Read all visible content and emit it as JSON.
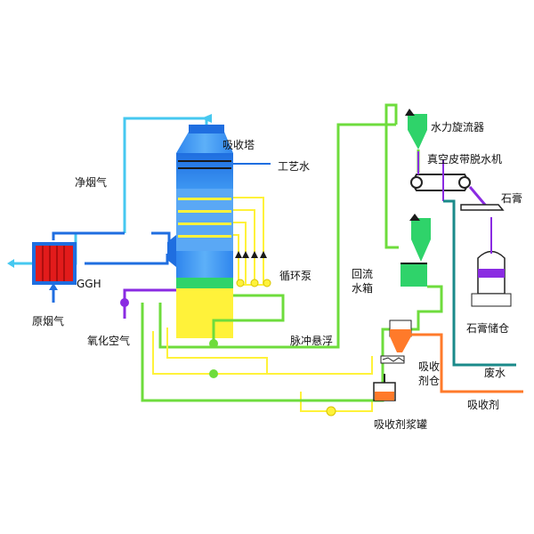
{
  "labels": {
    "absorber": "吸收塔",
    "process_water": "工艺水",
    "clean_flue_gas": "净烟气",
    "ggh": "GGH",
    "raw_flue_gas": "原烟气",
    "circulation_pump": "循环泵",
    "oxidation_air": "氧化空气",
    "pulse_suspension": "脉冲悬浮",
    "hydrocyclone": "水力旋流器",
    "vacuum_belt_filter": "真空皮带脱水机",
    "gypsum": "石膏",
    "return_water_tank": "回流水箱",
    "gypsum_silo": "石膏储仓",
    "absorbent_bin": "吸收剂仓",
    "waste_water": "废水",
    "absorbent": "吸收剂",
    "slurry_tank": "吸收剂浆罐"
  },
  "colors": {
    "tower_blue": "#1f6ee0",
    "tower_light": "#5aa8f5",
    "clean_gas": "#46c8f0",
    "slurry_yellow": "#fff23a",
    "green_line": "#6edc3c",
    "green_band": "#2fd36a",
    "purple": "#8a2be2",
    "teal": "#1a8a8a",
    "orange": "#ff7a2a",
    "ggh_red": "#e21b1b"
  }
}
